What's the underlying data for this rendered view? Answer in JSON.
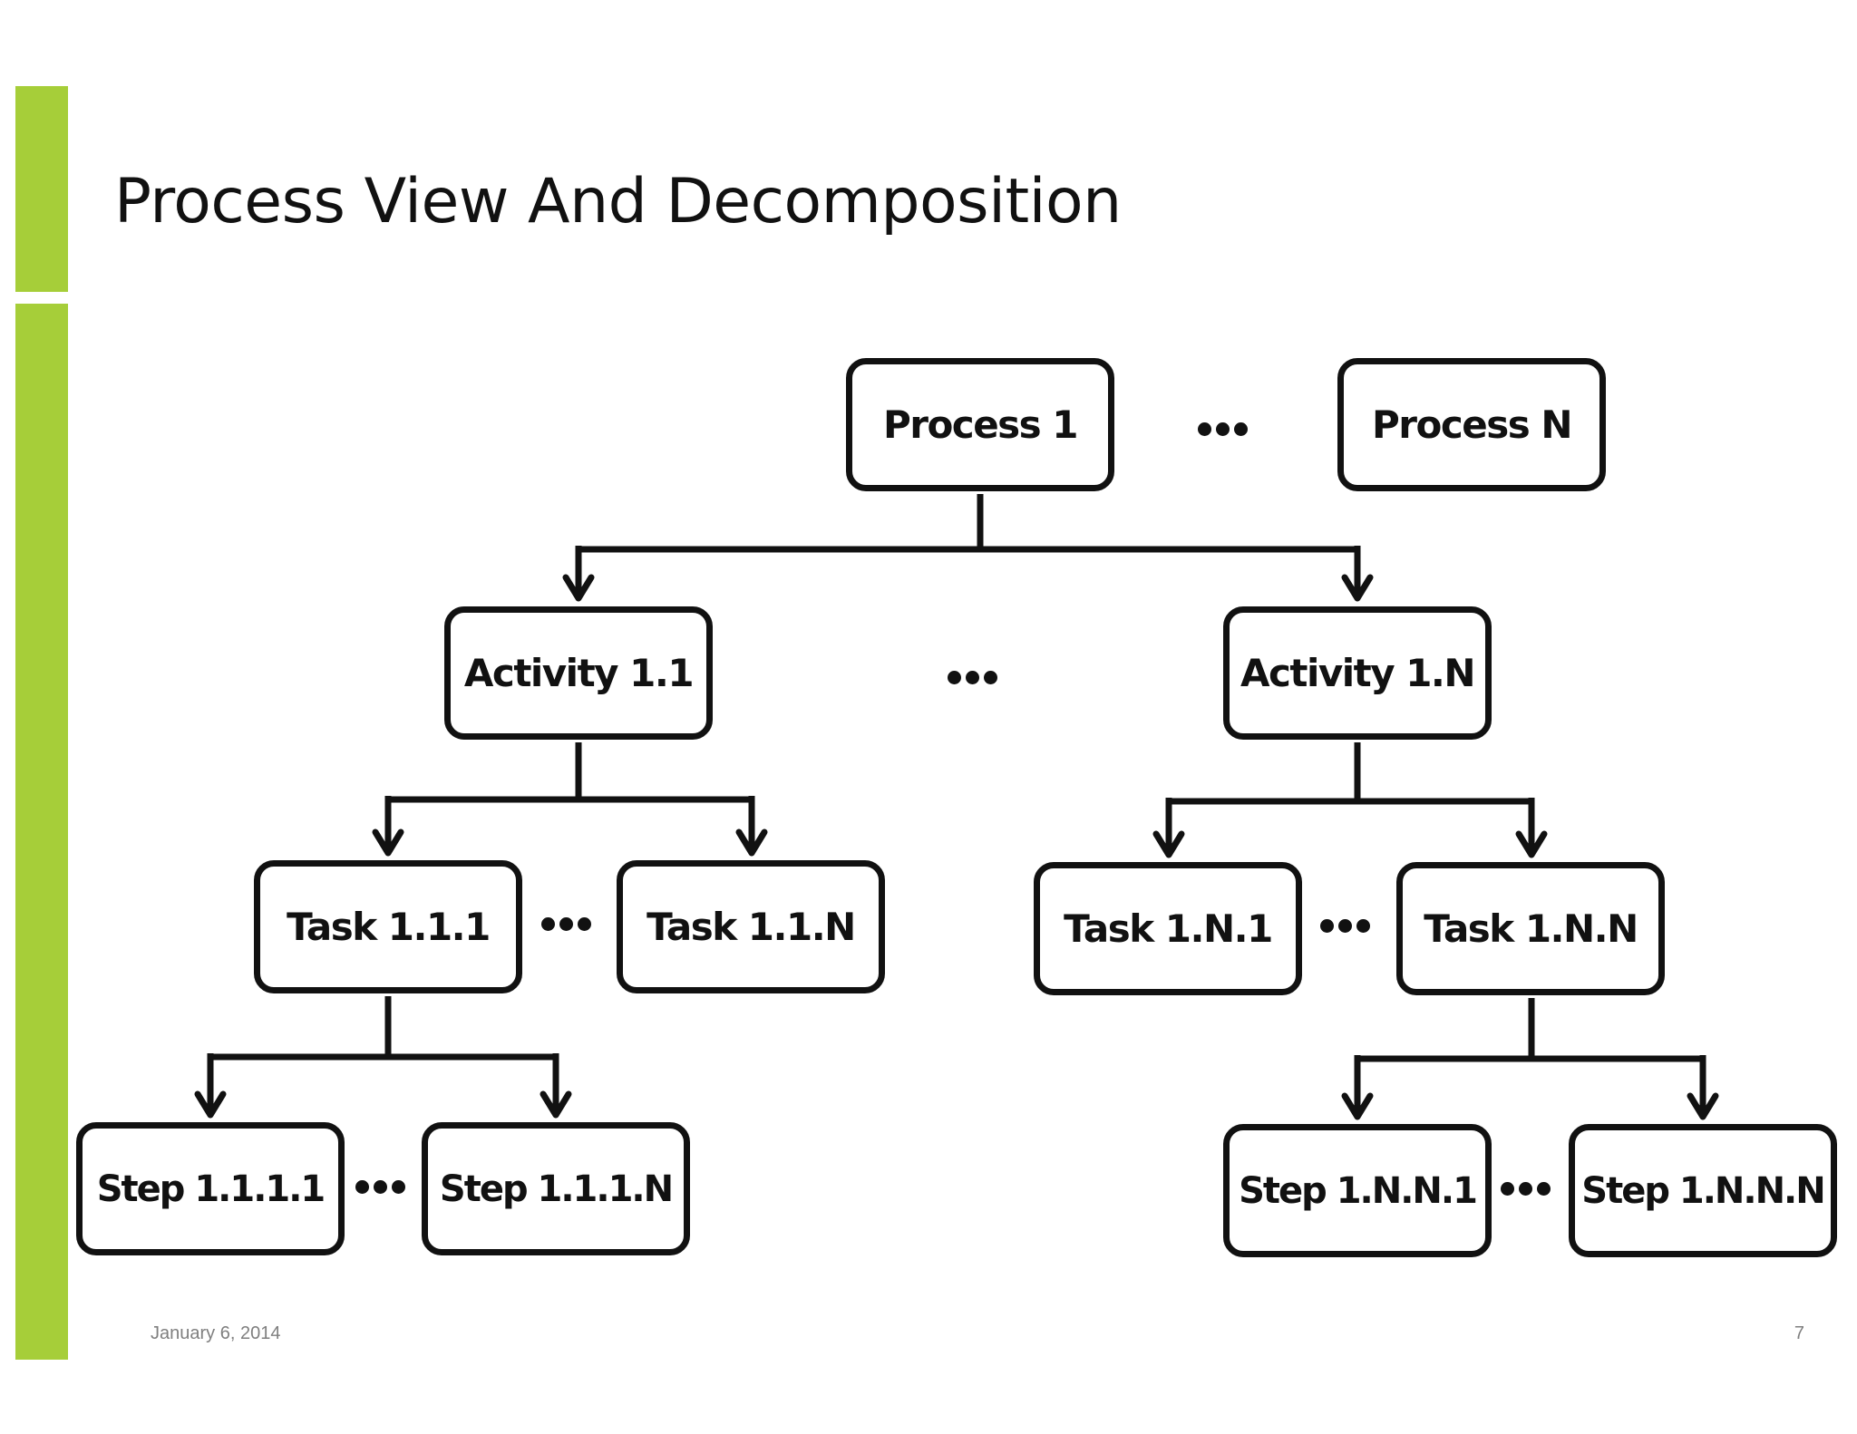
{
  "slide": {
    "title": "Process View And Decomposition",
    "footer_date": "January 6, 2014",
    "page_number": "7"
  },
  "colors": {
    "accent": "#A6CE39",
    "stroke": "#111111",
    "footer_text": "#7F7F7F"
  },
  "diagram": {
    "processes": {
      "first": "Process 1",
      "last": "Process N"
    },
    "activities": {
      "first": "Activity 1.1",
      "last": "Activity 1.N"
    },
    "tasks": {
      "t111": "Task 1.1.1",
      "t11n": "Task 1.1.N",
      "t1n1": "Task 1.N.1",
      "t1nn": "Task 1.N.N"
    },
    "steps": {
      "s1111": "Step 1.1.1.1",
      "s111n": "Step 1.1.1.N",
      "s1nn1": "Step 1.N.N.1",
      "s1nnn": "Step 1.N.N.N"
    },
    "edges": [
      [
        "Process 1",
        "Activity 1.1"
      ],
      [
        "Process 1",
        "Activity 1.N"
      ],
      [
        "Activity 1.1",
        "Task 1.1.1"
      ],
      [
        "Activity 1.1",
        "Task 1.1.N"
      ],
      [
        "Activity 1.N",
        "Task 1.N.1"
      ],
      [
        "Activity 1.N",
        "Task 1.N.N"
      ],
      [
        "Task 1.1.1",
        "Step 1.1.1.1"
      ],
      [
        "Task 1.1.1",
        "Step 1.1.1.N"
      ],
      [
        "Task 1.N.N",
        "Step 1.N.N.1"
      ],
      [
        "Task 1.N.N",
        "Step 1.N.N.N"
      ]
    ]
  }
}
